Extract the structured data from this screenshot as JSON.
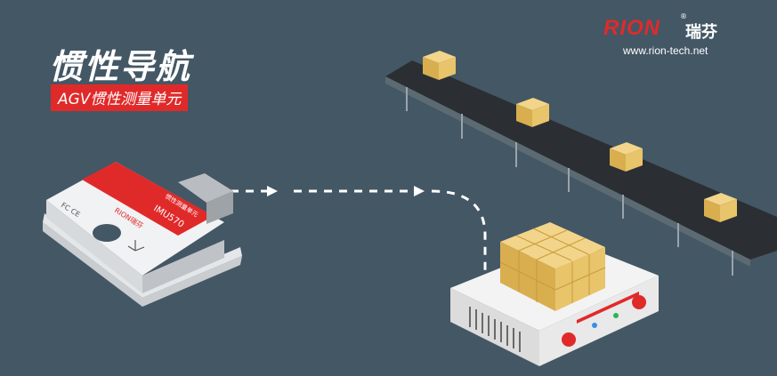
{
  "headline": {
    "title": "惯性导航",
    "subtitle": "AGV惯性测量单元"
  },
  "brand": {
    "name": "RION",
    "name_cn": "瑞芬",
    "registered": "®",
    "url": "www.rion-tech.net"
  },
  "device": {
    "model": "IMU570",
    "label_cn": "惯性测量单元",
    "brand_mark": "RION瑞芬",
    "cert_marks": "FC CE"
  },
  "colors": {
    "background": "#445765",
    "accent_red": "#e02a2a",
    "belt": "#2b2f33",
    "box": "#e8c46a",
    "agv_body": "#e6e6e6"
  }
}
